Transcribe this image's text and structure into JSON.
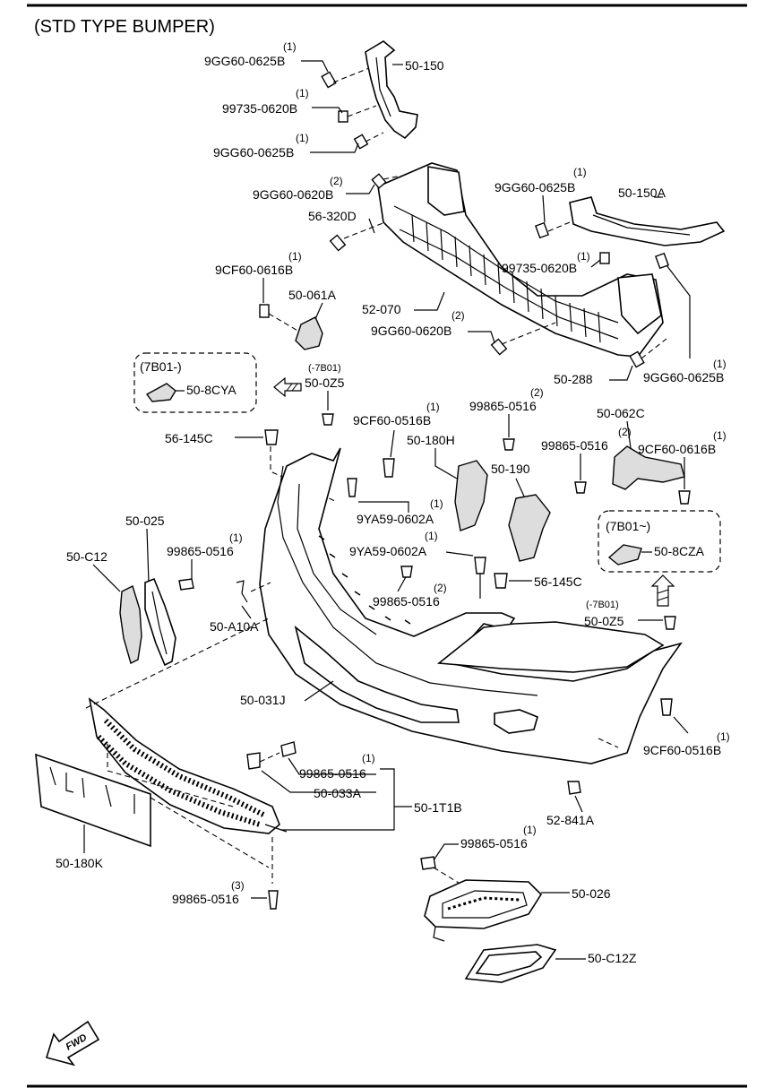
{
  "title": "(STD TYPE BUMPER)",
  "labels": {
    "bolt_9gg60_0625b_top": "9GG60-0625B",
    "qty_9gg60_0625b_top": "(1)",
    "bracket_50_150": "50-150",
    "bolt_99735_0620b_top": "99735-0620B",
    "qty_99735_0620b_top": "(1)",
    "bolt_9gg60_0625b_mid": "9GG60-0625B",
    "qty_9gg60_0625b_mid": "(1)",
    "bolt_9gg60_0620b_left": "9GG60-0620B",
    "qty_9gg60_0620b_left": "(2)",
    "bolt_9gg60_0625b_right": "9GG60-0625B",
    "qty_9gg60_0625b_right": "(1)",
    "bracket_50_150a": "50-150A",
    "screw_56_320d": "56-320D",
    "bolt_99735_0620b_right": "99735-0620B",
    "qty_99735_0620b_right": "(1)",
    "bolt_9cf60_0616b_left": "9CF60-0616B",
    "qty_9cf60_0616b_left": "(1)",
    "bracket_50_061a": "50-061A",
    "reinforcement_52_070": "52-070",
    "bolt_9gg60_0620b_center": "9GG60-0620B",
    "qty_9gg60_0620b_center": "(2)",
    "bracket_50_288": "50-288",
    "bolt_9gg60_0625b_lowright": "9GG60-0625B",
    "qty_9gg60_0625b_lowright": "(1)",
    "note_7b01_box_left": "(7B01-)",
    "part_50_8cya": "50-8CYA",
    "note_7b01_clip_left": "(-7B01)",
    "clip_50_0z5_left": "50-0Z5",
    "bolt_9cf60_0516b_center": "9CF60-0516B",
    "qty_9cf60_0516b_center": "(1)",
    "screw_99865_0516_center": "99865-0516",
    "qty_99865_0516_center": "(2)",
    "bracket_50_062c": "50-062C",
    "clip_56_145c_left": "56-145C",
    "bracket_50_180h": "50-180H",
    "screw_99865_0516_right": "99865-0516",
    "qty_99865_0516_right": "(2)",
    "bolt_9cf60_0616b_right": "9CF60-0616B",
    "qty_9cf60_0616b_right": "(1)",
    "bracket_50_190": "50-190",
    "bolt_9ya59_0602a_upper": "9YA59-0602A",
    "qty_9ya59_0602a_upper": "(1)",
    "bolt_9ya59_0602a_lower": "9YA59-0602A",
    "qty_9ya59_0602a_lower": "(1)",
    "note_7b01_box_right": "(7B01~)",
    "part_50_8cza": "50-8CZA",
    "cover_50_025": "50-025",
    "cover_50_c12": "50-C12",
    "screw_99865_0516_left": "99865-0516",
    "qty_99865_0516_left": "(1)",
    "screw_99865_0516_lower": "99865-0516",
    "qty_99865_0516_lower": "(2)",
    "clip_56_145c_right": "56-145C",
    "note_7b01_clip_right": "(-7B01)",
    "clip_50_0z5_right": "50-0Z5",
    "clip_50_a10a": "50-A10A",
    "bumper_50_031j": "50-031J",
    "bolt_9cf60_0516b_right": "9CF60-0516B",
    "qty_9cf60_0516b_right": "(1)",
    "screw_99865_0516_grille": "99865-0516",
    "qty_99865_0516_grille": "(1)",
    "clip_50_033a": "50-033A",
    "grille_50_1t1b": "50-1T1B",
    "clip_52_841a": "52-841A",
    "bracket_50_180k": "50-180K",
    "screw_99865_0516_fog": "99865-0516",
    "qty_99865_0516_fog": "(1)",
    "screw_99865_0516_bottom": "99865-0516",
    "qty_99865_0516_bottom": "(3)",
    "fog_cover_50_026": "50-026",
    "bezel_50_c12z": "50-C12Z",
    "fwd_arrow": "FWD"
  },
  "icons": [
    "fwd-arrow-icon",
    "outline-arrow-icon",
    "hatched-arrow-icon"
  ]
}
